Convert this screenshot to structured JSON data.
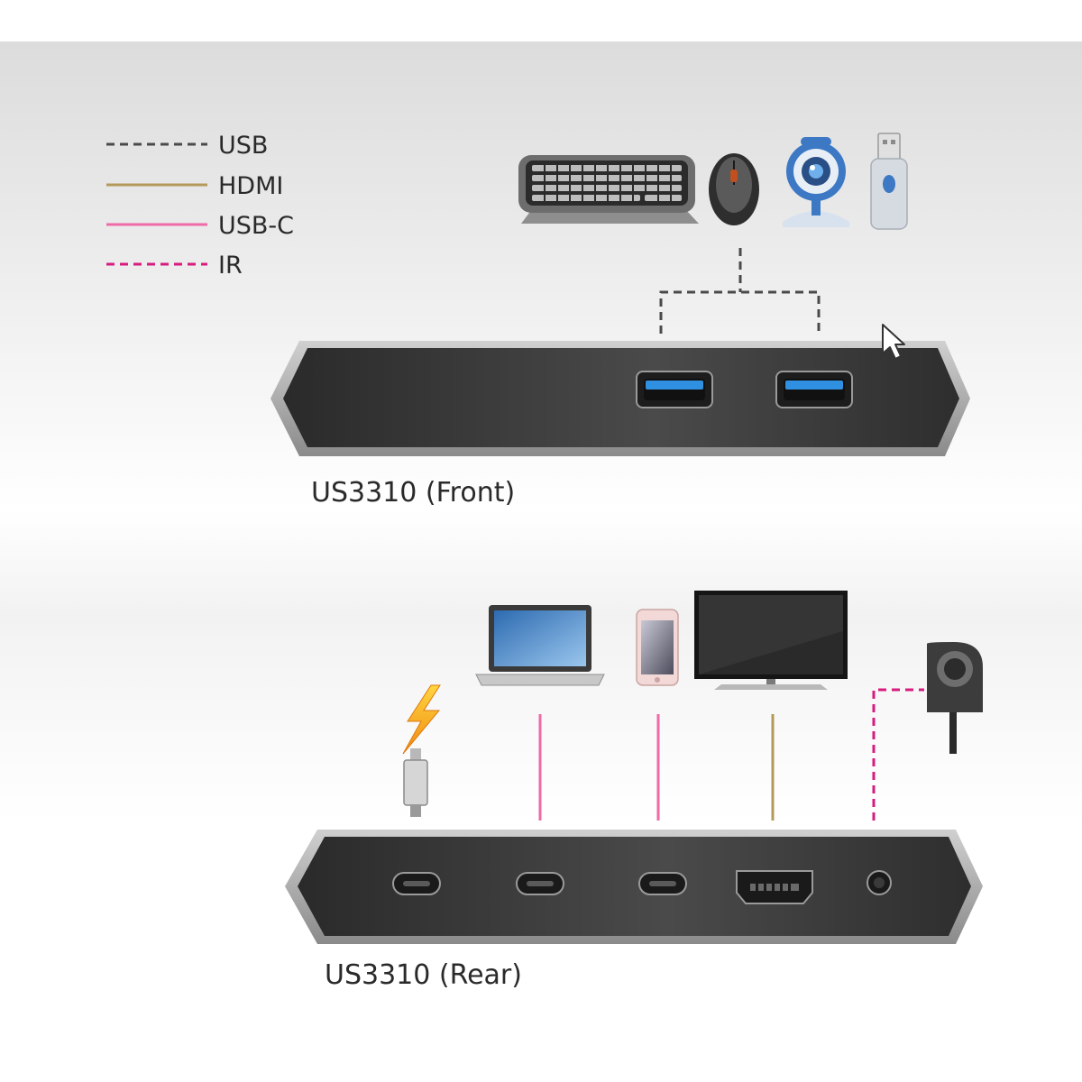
{
  "legend": [
    {
      "label": "USB",
      "color": "#4a4a4a",
      "style": "dashed"
    },
    {
      "label": "HDMI",
      "color": "#b39a5a",
      "style": "solid"
    },
    {
      "label": "USB-C",
      "color": "#f06aa8",
      "style": "solid"
    },
    {
      "label": "IR",
      "color": "#d81b7e",
      "style": "dashed"
    }
  ],
  "front": {
    "caption": "US3310 (Front)",
    "peripherals": [
      "keyboard-icon",
      "mouse-icon",
      "webcam-icon",
      "usb-flash-drive-icon"
    ],
    "ports": [
      "usb-a-port",
      "usb-a-port"
    ],
    "port_color": "#2f8fe0"
  },
  "rear": {
    "caption": "US3310 (Rear)",
    "devices": [
      "power-adapter-icon",
      "laptop-icon",
      "smartphone-icon",
      "monitor-icon",
      "ir-receiver-icon"
    ],
    "ports": [
      "usb-c-power-port",
      "usb-c-port",
      "usb-c-port",
      "hdmi-port",
      "ir-jack"
    ]
  },
  "colors": {
    "background_top": "#dcdcdc",
    "background_mid": "#ffffff",
    "device_body": "#3a3a3a",
    "device_rim": "#b0b0b0"
  }
}
